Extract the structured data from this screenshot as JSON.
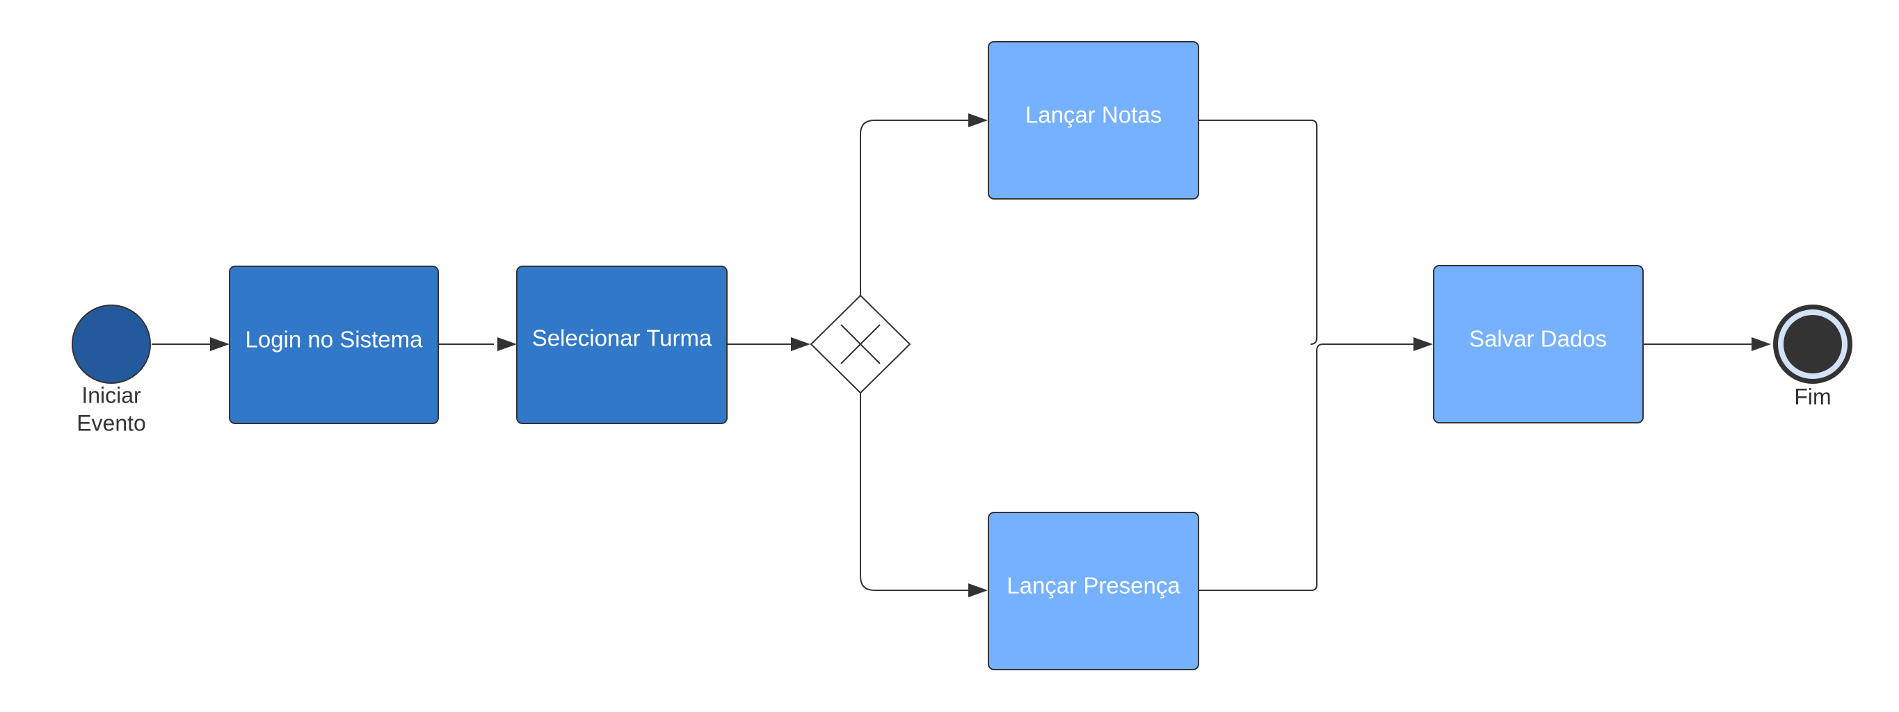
{
  "colors": {
    "start_event": "#245A9C",
    "dark_task": "#3178C9",
    "light_task": "#75B1FF",
    "end_event_ring": "#D2E3F9",
    "end_event_core": "#333333",
    "stroke": "#333333",
    "canvas": "#FFFFFF"
  },
  "icons": {
    "gateway": "exclusive-gateway-x-icon"
  },
  "nodes": {
    "start": {
      "label_line1": "Iniciar",
      "label_line2": "Evento"
    },
    "login": {
      "label": "Login no Sistema"
    },
    "select_class": {
      "label": "Selecionar Turma"
    },
    "grades": {
      "label": "Lançar Notas"
    },
    "attendance": {
      "label": "Lançar Presença"
    },
    "save": {
      "label": "Salvar Dados"
    },
    "end": {
      "label": "Fim"
    }
  },
  "edges": [
    {
      "from": "start",
      "to": "login"
    },
    {
      "from": "login",
      "to": "select_class"
    },
    {
      "from": "select_class",
      "to": "gateway"
    },
    {
      "from": "gateway",
      "to": "grades"
    },
    {
      "from": "gateway",
      "to": "attendance"
    },
    {
      "from": "grades",
      "to": "save"
    },
    {
      "from": "attendance",
      "to": "save"
    },
    {
      "from": "save",
      "to": "end"
    }
  ]
}
